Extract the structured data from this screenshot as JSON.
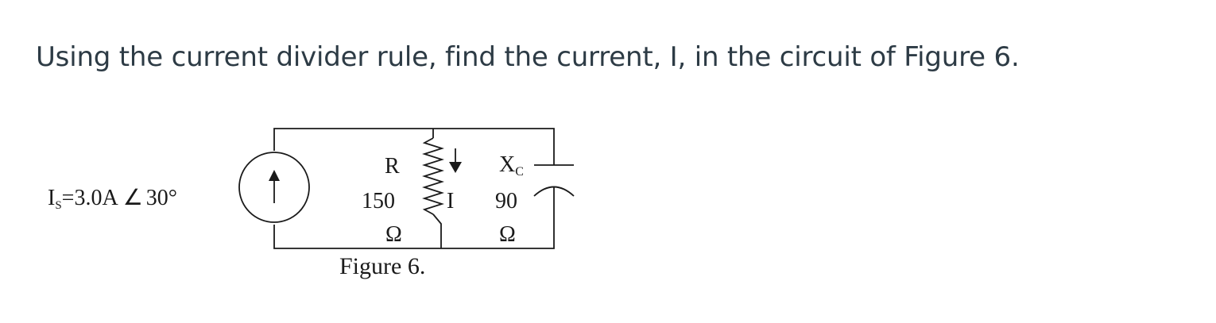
{
  "question": {
    "text": "Using the current divider rule, find the current, I, in the circuit of Figure 6."
  },
  "figure": {
    "source": {
      "symbol": "I",
      "subscript": "S",
      "value": "=3.0A",
      "angle_symbol": "∠",
      "angle": "30°"
    },
    "resistor": {
      "label": "R",
      "value": "150",
      "unit": "Ω",
      "current_label": "I"
    },
    "capacitor": {
      "label": "X",
      "subscript": "C",
      "value": "90",
      "unit": "Ω"
    },
    "caption": "Figure 6."
  }
}
